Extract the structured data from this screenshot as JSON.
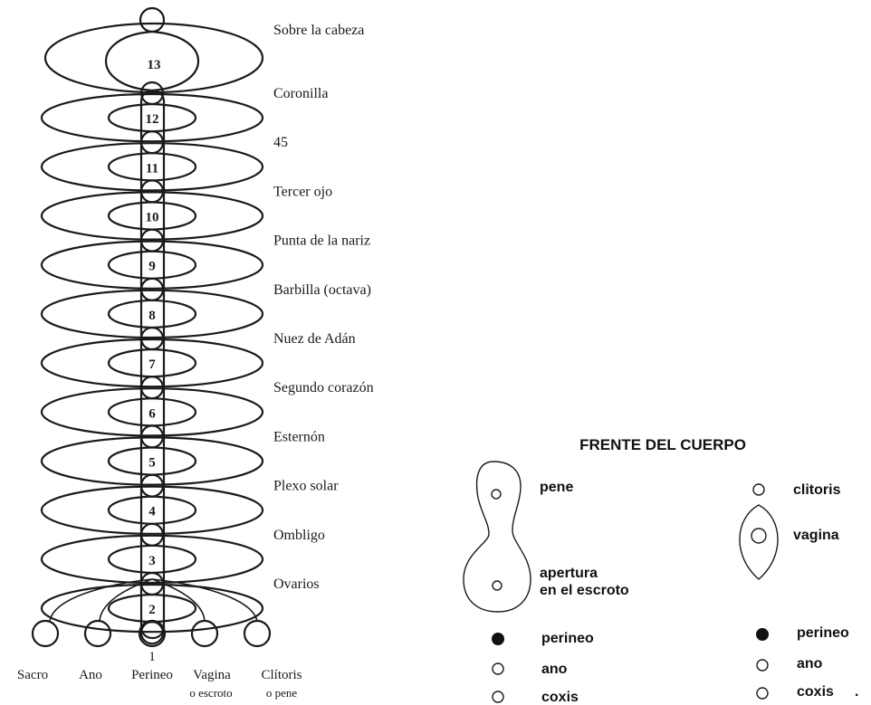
{
  "colors": {
    "ink": "#1a1a1a",
    "paper": "#ffffff"
  },
  "orbit": {
    "levels": [
      {
        "number": "13",
        "label": "Sobre la cabeza"
      },
      {
        "number": "12",
        "label": "Coronilla"
      },
      {
        "number": "11",
        "label": "45"
      },
      {
        "number": "10",
        "label": "Tercer ojo"
      },
      {
        "number": "9",
        "label": "Punta de la nariz"
      },
      {
        "number": "8",
        "label": "Barbilla (octava)"
      },
      {
        "number": "7",
        "label": "Nuez de Adán"
      },
      {
        "number": "6",
        "label": "Segundo corazón"
      },
      {
        "number": "5",
        "label": "Esternón"
      },
      {
        "number": "4",
        "label": "Plexo solar"
      },
      {
        "number": "3",
        "label": "Ombligo"
      },
      {
        "number": "2",
        "label": "Ovarios"
      }
    ],
    "base_number": "1",
    "roots": [
      {
        "line1": "Sacro",
        "line2": ""
      },
      {
        "line1": "Ano",
        "line2": ""
      },
      {
        "line1": "Perineo",
        "line2": ""
      },
      {
        "line1": "Vagina",
        "line2": "o escroto"
      },
      {
        "line1": "Clítoris",
        "line2": "o pene"
      }
    ]
  },
  "front": {
    "title": "FRENTE DEL CUERPO",
    "male": {
      "pene": "pene",
      "apertura_line1": "apertura",
      "apertura_line2": "en el escroto",
      "legend": [
        "perineo",
        "ano",
        "coxis"
      ]
    },
    "female": {
      "clitoris": "clitoris",
      "vagina": "vagina",
      "legend": [
        "perineo",
        "ano",
        "coxis"
      ]
    },
    "stray_mark": "."
  }
}
